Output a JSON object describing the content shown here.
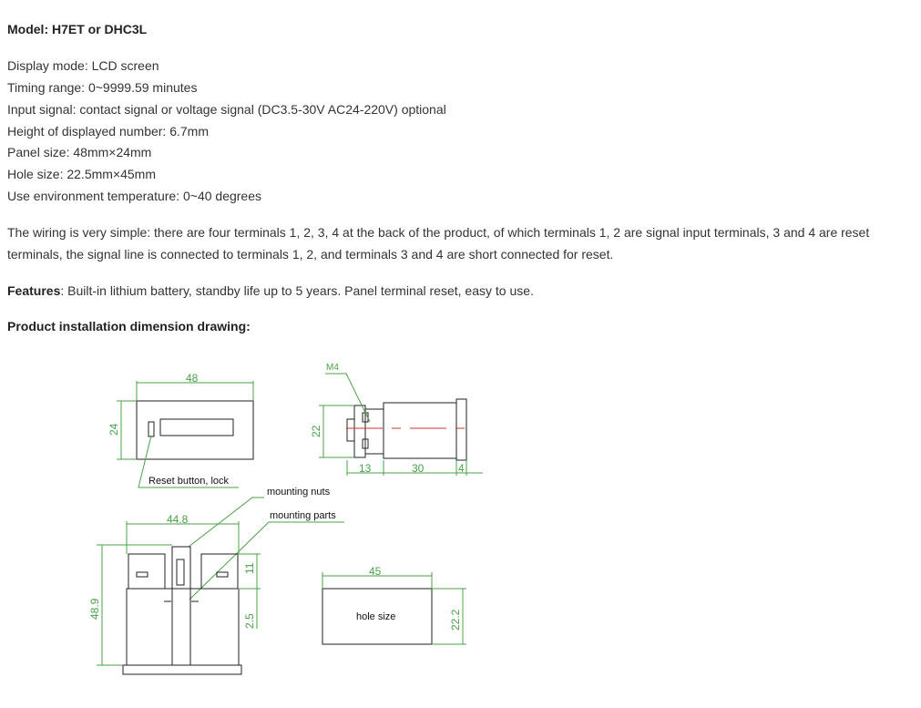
{
  "model": {
    "label": "Model: H7ET or DHC3L"
  },
  "specs": [
    "Display mode: LCD screen",
    "Timing range: 0~9999.59 minutes",
    "Input signal: contact signal or voltage signal (DC3.5-30V AC24-220V) optional",
    "Height of displayed number: 6.7mm",
    "Panel size: 48mm×24mm",
    "Hole size: 22.5mm×45mm",
    "Use environment temperature: 0~40 degrees"
  ],
  "wiring": "The wiring is very simple: there are four terminals 1, 2, 3, 4 at the back of the product, of which terminals 1, 2 are signal input terminals, 3 and 4 are reset terminals, the signal line is connected to terminals 1, 2, and terminals 3 and 4 are short connected for reset.",
  "features": {
    "label": "Features",
    "text": ": Built-in lithium battery, standby life up to 5 years. Panel terminal reset, easy to use."
  },
  "drawing_heading": "Product installation dimension drawing:",
  "drawing": {
    "front_width": "48",
    "front_height": "24",
    "reset_label": "Reset button, lock",
    "side_thread": "M4",
    "side_height": "22",
    "side_dims": [
      "13",
      "30",
      "4"
    ],
    "nuts_label": "mounting nuts",
    "parts_label": "mounting parts",
    "top_width": "44.8",
    "top_height": "48.9",
    "top_small": "11",
    "top_small2": "2.5",
    "hole_width": "45",
    "hole_height": "22.2",
    "hole_label": "hole size"
  },
  "colors": {
    "dimension": "#4aa04a",
    "centerline": "#d03030",
    "outline": "#222222"
  }
}
